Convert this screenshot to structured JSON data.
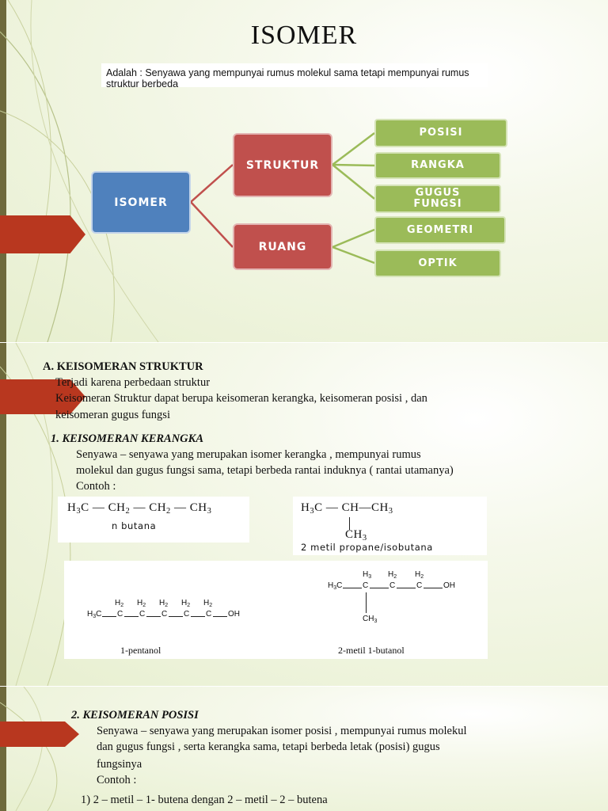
{
  "slide1": {
    "title": "ISOMER",
    "definition": "Adalah : Senyawa yang mempunyai rumus molekul sama tetapi mempunyai rumus struktur berbeda",
    "diagram": {
      "root": "ISOMER",
      "branches": [
        {
          "label": "STRUKTUR",
          "children": [
            "POSISI",
            "RANGKA",
            "GUGUS",
            "FUNGSI"
          ]
        },
        {
          "label": "RUANG",
          "children": [
            "GEOMETRI",
            "OPTIK"
          ]
        }
      ]
    },
    "colors": {
      "root": "#4f81bd",
      "branch": "#c0504d",
      "leaf": "#9bbb59",
      "tab": "#b8371f"
    }
  },
  "slide2": {
    "heading": "A.  KEISOMERAN STRUKTUR",
    "line1": "Terjadi karena perbedaan struktur",
    "line2": "Keisomeran Struktur  dapat berupa keisomeran kerangka, keisomeran posisi , dan",
    "line3": "keisomeran gugus fungsi",
    "sub_heading": "1.   KEISOMERAN  KERANGKA",
    "desc1": "Senyawa – senyawa yang merupakan isomer kerangka , mempunyai rumus",
    "desc2": "molekul dan gugus fungsi sama, tetapi berbeda rantai induknya ( rantai utamanya)",
    "desc3": "Contoh :",
    "ex1": {
      "c1": "H",
      "c1sub": "3",
      "c1b": "C",
      "dash": "—",
      "c2": "CH",
      "c2sub": "2",
      "c3": "CH",
      "c3sub": "2",
      "c4": "CH",
      "c4sub": "3",
      "name": "n butana"
    },
    "ex2": {
      "c1": "H",
      "c1sub": "3",
      "c1b": "C",
      "c2": "CH",
      "c3": "CH",
      "c3sub": "3",
      "branch": "CH",
      "branchsub": "3",
      "name": "2 metil propane/isobutana"
    },
    "ex3": {
      "h2": "H",
      "h2sub": "2",
      "h3": "H",
      "h3sub": "3",
      "c": "C",
      "oh": "OH",
      "ch3": "CH",
      "ch3sub": "3",
      "name1": "1-pentanol",
      "name2": "2-metil 1-butanol"
    }
  },
  "slide3": {
    "heading": "2. KEISOMERAN POSISI",
    "desc1": "Senyawa – senyawa yang merupakan isomer posisi , mempunyai rumus molekul",
    "desc2": "dan gugus fungsi , serta kerangka sama, tetapi berbeda letak (posisi) gugus",
    "desc3": "fungsinya",
    "desc4": "Contoh :",
    "item1": "1)  2 – metil – 1- butena dengan 2 – metil – 2 – butena"
  }
}
